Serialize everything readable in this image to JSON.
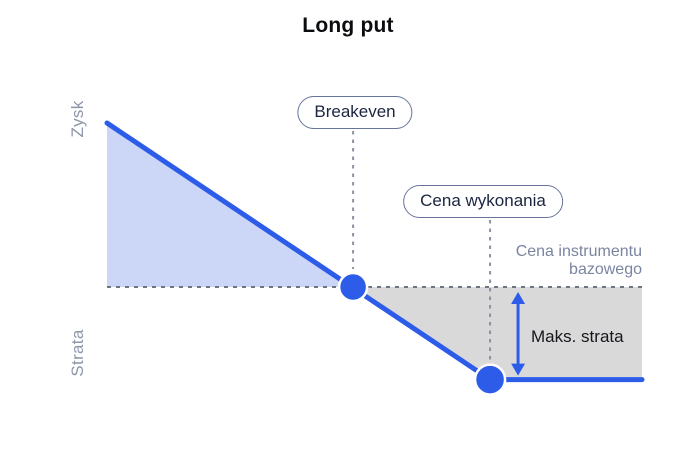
{
  "title": "Long put",
  "colors": {
    "accent_blue": "#2d5ce8",
    "profit_fill": "#ccd7f7",
    "loss_fill": "#d9d9d9",
    "zero_dash": "#6e7582",
    "guide_dash": "#8a93a6",
    "pill_border": "#67759a",
    "pill_text": "#1c2540",
    "muted_label": "#7b85a0",
    "axis_label": "#8d96a8"
  },
  "chart_data": {
    "type": "line",
    "title": "Long put",
    "grid": false,
    "legend": "none",
    "x_axis": {
      "label": "Cena instrumentu bazowego",
      "label_line1": "Cena instrumentu",
      "label_line2": "bazowego",
      "range": [
        0,
        100
      ],
      "ticks": []
    },
    "y_axis": {
      "label_positive": "Zysk",
      "label_negative": "Strata",
      "zero_line": "dashed",
      "ticks": []
    },
    "series": [
      {
        "name": "long-put-payoff",
        "color": "#2d5ce8",
        "points": [
          [
            0,
            62
          ],
          [
            71.6,
            -35
          ],
          [
            100,
            -35
          ]
        ]
      }
    ],
    "regions": [
      {
        "name": "profit-region",
        "color": "#ccd7f7",
        "polygon": [
          [
            0,
            62
          ],
          [
            46,
            0
          ],
          [
            0,
            0
          ]
        ]
      },
      {
        "name": "loss-region",
        "color": "#d9d9d9",
        "polygon": [
          [
            46,
            0
          ],
          [
            100,
            0
          ],
          [
            100,
            -35
          ],
          [
            71.6,
            -35
          ]
        ]
      }
    ],
    "markers": [
      {
        "name": "breakeven",
        "label": "Breakeven",
        "x": 46,
        "y": 0,
        "radius": 14
      },
      {
        "name": "strike",
        "label": "Cena wykonania",
        "x": 71.6,
        "y": -35,
        "radius": 15
      }
    ],
    "annotations": {
      "breakeven": "Breakeven",
      "strike_price": "Cena wykonania",
      "underlying_price": "Cena instrumentu bazowego",
      "max_loss": "Maks. strata"
    }
  }
}
